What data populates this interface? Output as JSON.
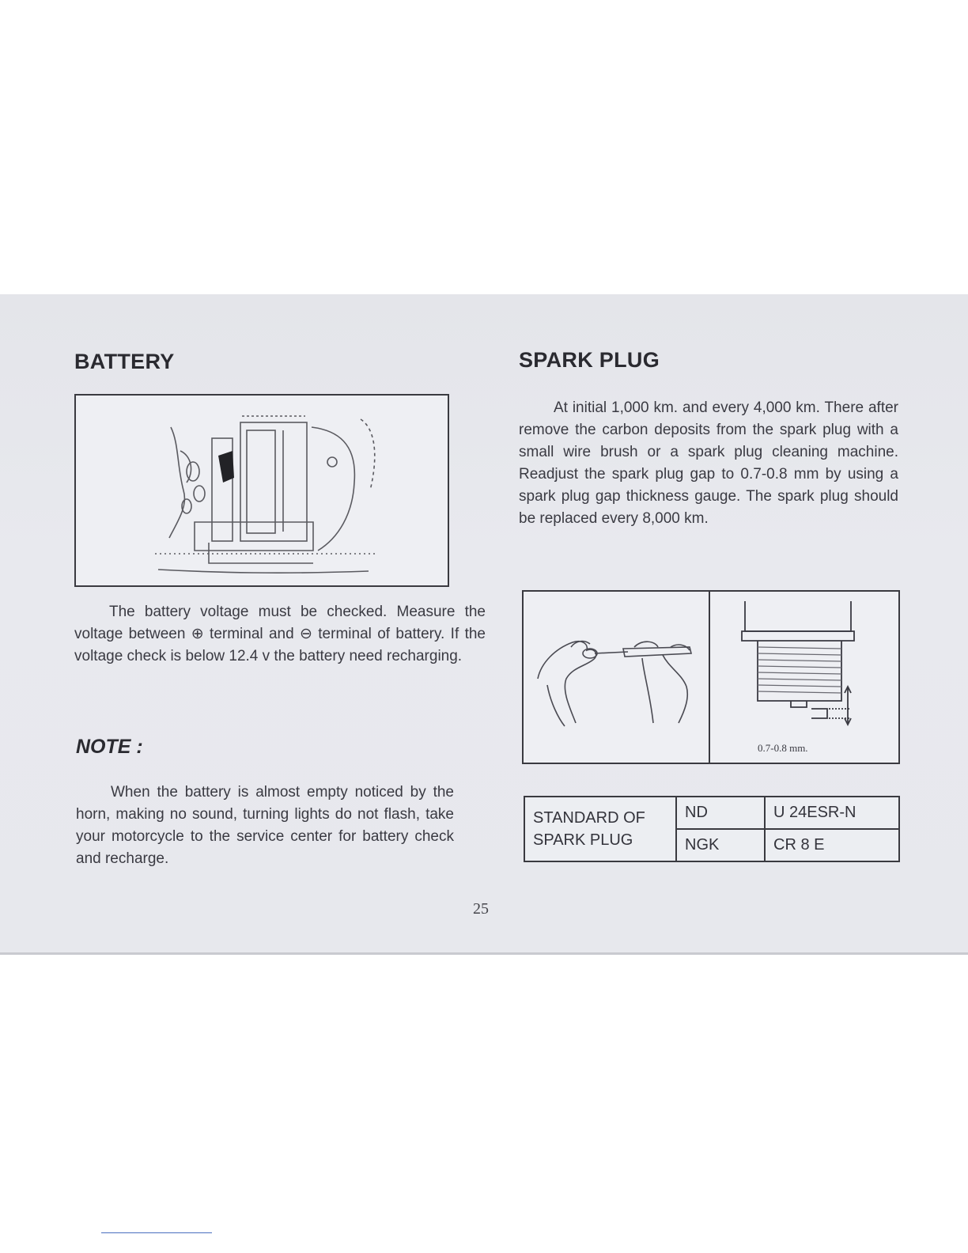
{
  "battery": {
    "heading": "BATTERY",
    "body": "The battery voltage must be checked. Measure the voltage between ⊕ terminal and ⊖ terminal of battery. If the voltage check is below 12.4 v the battery need recharging."
  },
  "note": {
    "heading": "NOTE :",
    "body": "When the battery is almost empty noticed by the horn, making no sound, turning lights do not flash, take your motorcycle to the service center for battery check and recharge."
  },
  "spark_plug": {
    "heading": "SPARK PLUG",
    "body": "At initial 1,000 km. and every 4,000 km. There after remove the carbon deposits from the spark plug with a small wire brush or a spark plug cleaning machine. Readjust the spark plug gap to 0.7-0.8 mm by using a spark plug gap thickness gauge. The spark plug should be replaced every 8,000 km.",
    "gap_label": "0.7-0.8 mm."
  },
  "spec_table": {
    "label_line1": "STANDARD OF",
    "label_line2": "SPARK PLUG",
    "rows": [
      {
        "brand": "ND",
        "model": "U 24ESR-N"
      },
      {
        "brand": "NGK",
        "model": "CR 8 E"
      }
    ]
  },
  "page_number": "25"
}
